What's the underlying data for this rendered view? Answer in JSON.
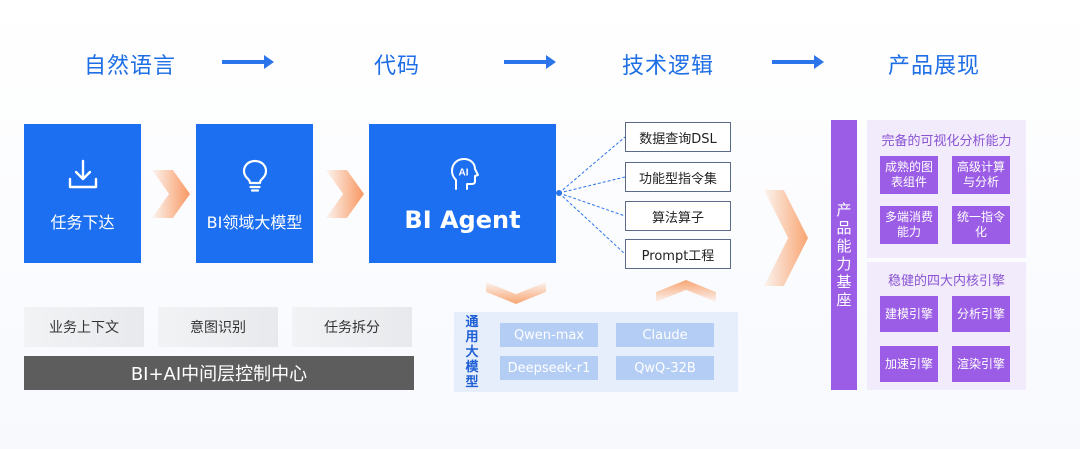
{
  "stages": [
    "自然语言",
    "代码",
    "技术逻辑",
    "产品展现"
  ],
  "flow": {
    "task": "任务下达",
    "domain_model": "BI领域大模型",
    "agent": "BI Agent",
    "ai_glyph": "AI"
  },
  "middle_layer": {
    "items": [
      "业务上下文",
      "意图识别",
      "任务拆分"
    ],
    "bar_label": "BI+AI中间层控制中心"
  },
  "tech": [
    "数据查询DSL",
    "功能型指令集",
    "算法算子",
    "Prompt工程"
  ],
  "models": {
    "label": "通用大模型",
    "chips": [
      "Qwen-max",
      "Claude",
      "Deepseek-r1",
      "QwQ-32B"
    ]
  },
  "product": {
    "base_label": "产品能力基座",
    "panel1_title": "完备的可视化分析能力",
    "panel1_chips": [
      "成熟的图表组件",
      "高级计算与分析",
      "多端消费能力",
      "统一指令化"
    ],
    "panel2_title": "稳健的四大内核引擎",
    "panel2_chips": [
      "建模引擎",
      "分析引擎",
      "加速引擎",
      "渲染引擎"
    ]
  },
  "colors": {
    "blue": "#1c6ff0",
    "purple": "#9b5de5",
    "orange": "#f68c50",
    "dark_gray": "#5d5d5d"
  },
  "icons": [
    "download-icon",
    "lightbulb-icon",
    "ai-head-icon"
  ]
}
